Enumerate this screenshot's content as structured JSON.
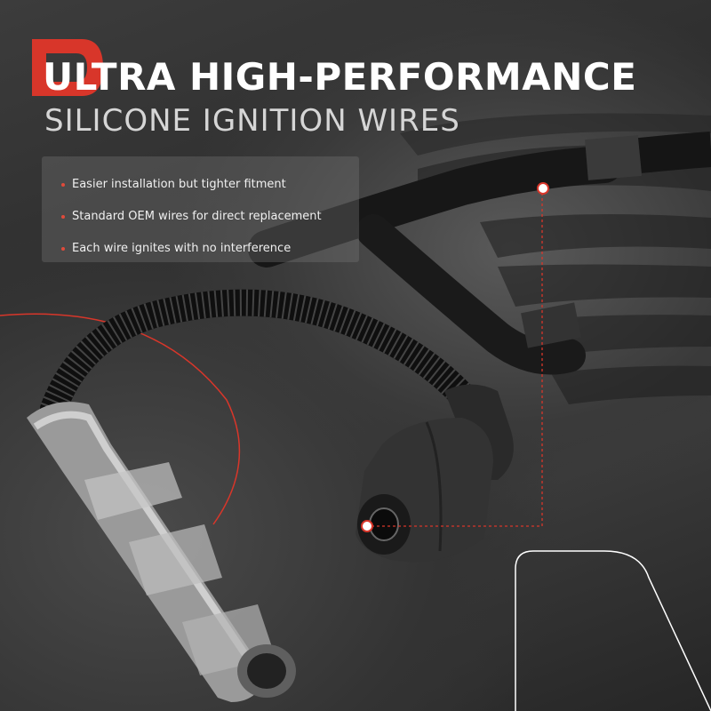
{
  "banner": {
    "title": "ULTRA HIGH-PERFORMANCE",
    "subtitle": "SILICONE IGNITION WIRES",
    "brand_color": "#d8362a"
  },
  "features": [
    {
      "text": "Easier installation but tighter fitment"
    },
    {
      "text": "Standard OEM wires for direct replacement"
    },
    {
      "text": "Each wire ignites with no interference"
    }
  ],
  "icons": {
    "brand_mark": "red-d-logo-icon",
    "callout": "callout-dot-icon"
  }
}
